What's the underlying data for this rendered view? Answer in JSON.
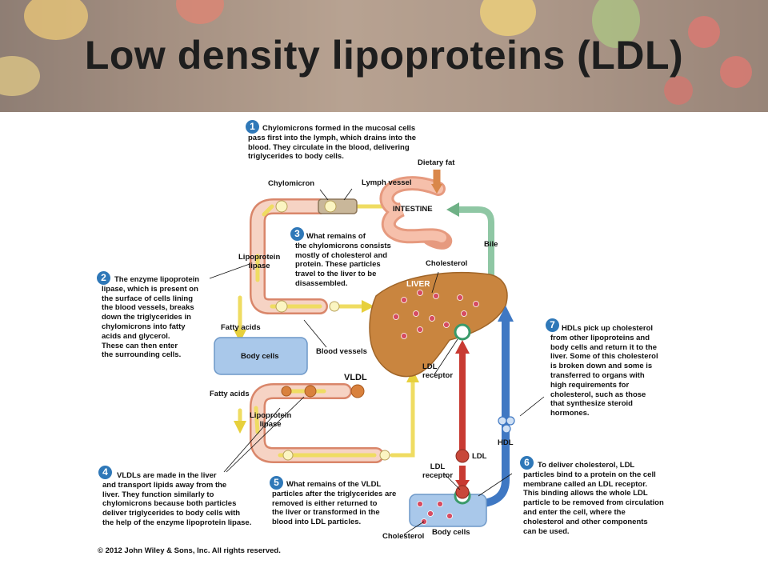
{
  "title": "Low density lipoproteins (LDL)",
  "steps": {
    "s1": {
      "num": "1",
      "lines": [
        "Chylomicrons formed in the mucosal cells",
        "pass first into the lymph, which drains into the",
        "blood. They circulate in the blood, delivering",
        "triglycerides to body cells."
      ]
    },
    "s2": {
      "num": "2",
      "lines": [
        "The enzyme lipoprotein",
        "lipase, which is present on",
        "the surface of cells lining",
        "the blood vessels, breaks",
        "down the triglycerides in",
        "chylomicrons into fatty",
        "acids and glycerol.",
        "These can then enter",
        "the surrounding cells."
      ]
    },
    "s3": {
      "num": "3",
      "lines": [
        "What remains of",
        "the chylomicrons consists",
        "mostly of cholesterol and",
        "protein. These particles",
        "travel to the liver to be",
        "disassembled."
      ]
    },
    "s4": {
      "num": "4",
      "lines": [
        "VLDLs are made in the liver",
        "and transport lipids away from the",
        "liver. They function similarly to",
        "chylomicrons because both particles",
        "deliver triglycerides to body cells with",
        "the help of the enzyme lipoprotein lipase."
      ]
    },
    "s5": {
      "num": "5",
      "lines": [
        "What remains of the VLDL",
        "particles after the triglycerides are",
        "removed is either returned to",
        "the liver or transformed in the",
        "blood into LDL particles."
      ]
    },
    "s6": {
      "num": "6",
      "lines": [
        "To deliver cholesterol, LDL",
        "particles bind to a protein on the cell",
        "membrane called an LDL receptor.",
        "This binding allows the whole LDL",
        "particle to be removed from circulation",
        "and enter the cell, where the",
        "cholesterol and other components",
        "can be used."
      ]
    },
    "s7": {
      "num": "7",
      "lines": [
        "HDLs pick up cholesterol",
        "from other lipoproteins and",
        "body cells and return it to the",
        "liver. Some of this cholesterol",
        "is broken down and some is",
        "transferred to organs with",
        "high requirements for",
        "cholesterol, such as those",
        "that synthesize steroid",
        "hormones."
      ]
    }
  },
  "labels": {
    "dietary_fat": "Dietary fat",
    "chylomicron": "Chylomicron",
    "lymph_vessel": "Lymph vessel",
    "intestine": "INTESTINE",
    "bile": "Bile",
    "lipoprotein_lipase_1": "Lipoprotein\nlipase",
    "cholesterol_liver": "Cholesterol",
    "liver": "LIVER",
    "fatty_acids_1": "Fatty acids",
    "body_cells_1": "Body cells",
    "blood_vessels": "Blood vessels",
    "vldl": "VLDL",
    "ldl_receptor_1": "LDL\nreceptor",
    "fatty_acids_2": "Fatty acids",
    "lipoprotein_lipase_2": "Lipoprotein\nlipase",
    "ldl": "LDL",
    "ldl_receptor_2": "LDL\nreceptor",
    "hdl": "HDL",
    "body_cells_2": "Body cells",
    "cholesterol_cells": "Cholesterol"
  },
  "copyright": "© 2012 John Wiley & Sons, Inc. All rights reserved.",
  "colors": {
    "step_badge": "#2f78b8",
    "vessel": "#f4c6b4",
    "vessel_edge": "#d9866a",
    "liver": "#c9853f",
    "particle": "#c8483a",
    "cell_blue": "#a9c8ea",
    "arrow_red": "#c83a32",
    "arrow_blue": "#3f78c3",
    "arrow_yellow": "#f1e06a",
    "arrow_green": "#8fc7a4"
  }
}
